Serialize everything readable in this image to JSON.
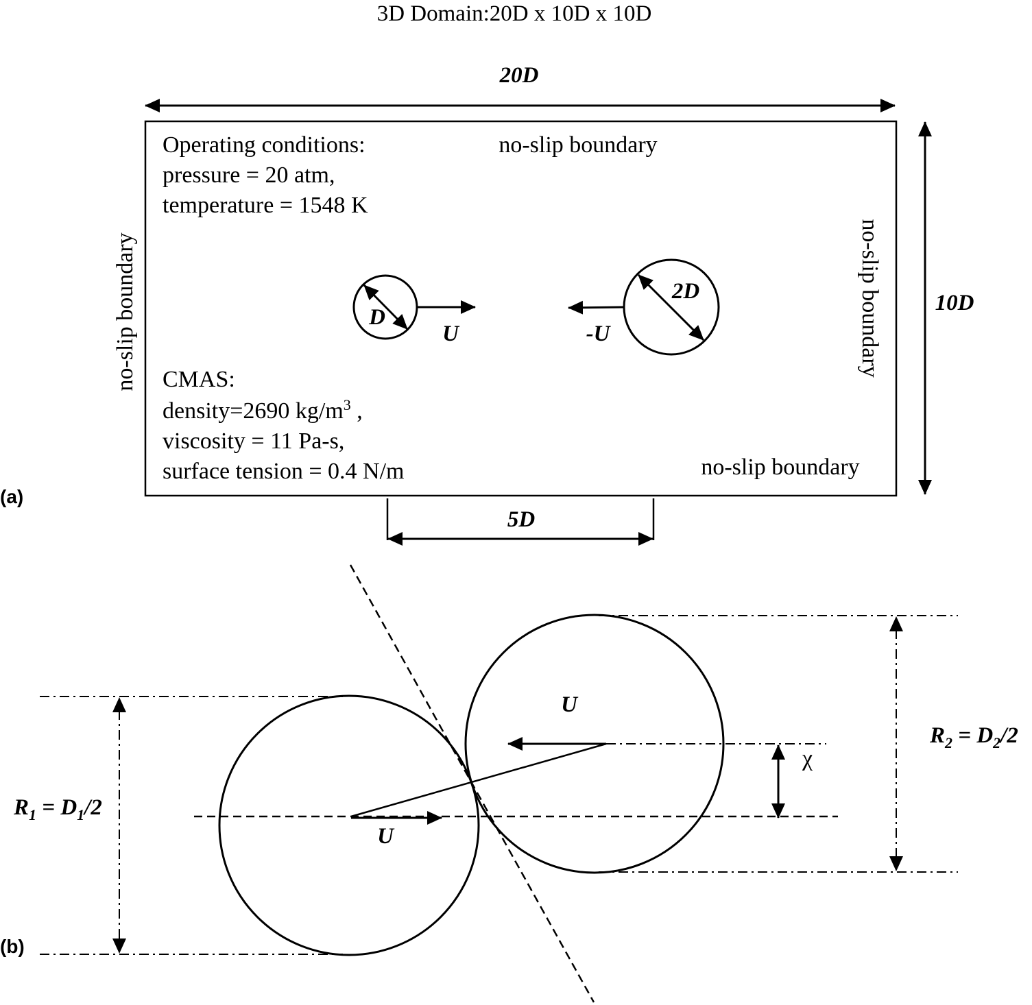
{
  "figure": {
    "title": "3D Domain:20D x 10D x 10D",
    "panel_a": {
      "panel_label": "(a)",
      "width_label": "20D",
      "height_label": "10D",
      "spacing_label": "5D",
      "boundary_top": "no-slip boundary",
      "boundary_bottom": "no-slip boundary",
      "boundary_left": "no-slip boundary",
      "boundary_right": "no-slip boundary",
      "operating": {
        "heading": "Operating conditions:",
        "pressure": "pressure = 20 atm,",
        "temperature": "temperature = 1548 K"
      },
      "cmas": {
        "heading": "CMAS:",
        "density_prefix": "density=2690 kg/m",
        "density_exp": "3",
        "density_suffix": " ,",
        "viscosity": "viscosity = 11 Pa-s,",
        "surface_tension": "surface tension = 0.4 N/m"
      },
      "small_droplet_label": "D",
      "large_droplet_label": "2D",
      "velocity_left": "U",
      "velocity_right": "-U"
    },
    "panel_b": {
      "panel_label": "(b)",
      "velocity_upper": "U",
      "velocity_lower": "U",
      "offset_label": "χ",
      "r1": {
        "main": "R",
        "sub": "1",
        "eq": " = D",
        "sub2": "1",
        "tail": "/2"
      },
      "r2": {
        "main": "R",
        "sub": "2",
        "eq": " = D",
        "sub2": "2",
        "tail": "/2"
      }
    }
  }
}
